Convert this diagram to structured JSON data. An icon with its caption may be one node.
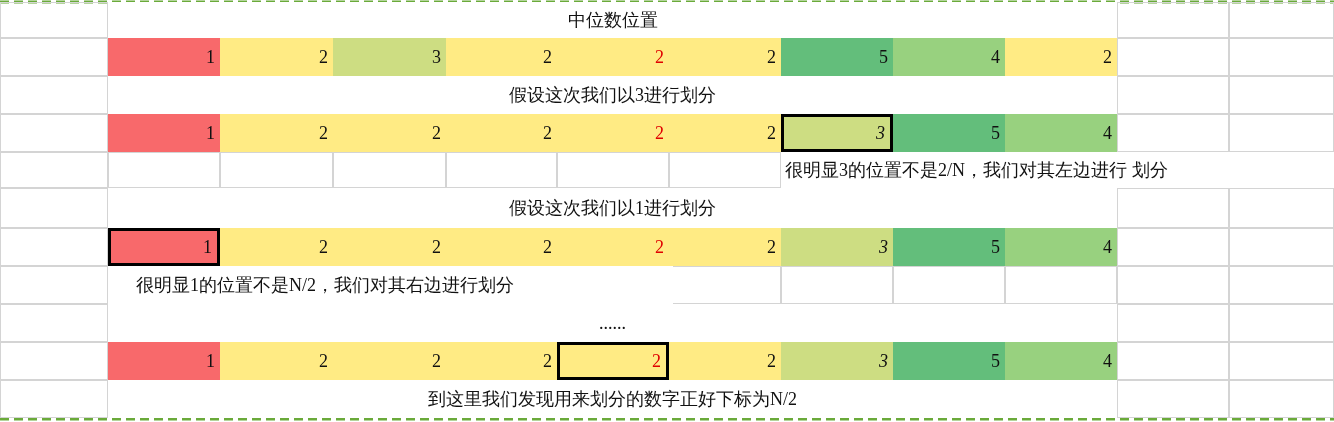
{
  "diagram": {
    "labels": [
      "中位数位置",
      "1",
      "2",
      "3",
      "2",
      "2",
      "2",
      "5",
      "4",
      "2",
      "假设这次我们以3进行划分",
      "1",
      "2",
      "2",
      "2",
      "2",
      "2",
      "3",
      "5",
      "4",
      "很明显3的位置不是2/N，我们对其左边进行 划分",
      "假设这次我们以1进行划分",
      "1",
      "2",
      "2",
      "2",
      "2",
      "2",
      "3",
      "5",
      "4",
      "很明显1的位置不是N/2，我们对其右边进行划分",
      "......",
      "1",
      "2",
      "2",
      "2",
      "2",
      "2",
      "3",
      "5",
      "4",
      "到这里我们发现用来划分的数字正好下标为N/2"
    ]
  }
}
